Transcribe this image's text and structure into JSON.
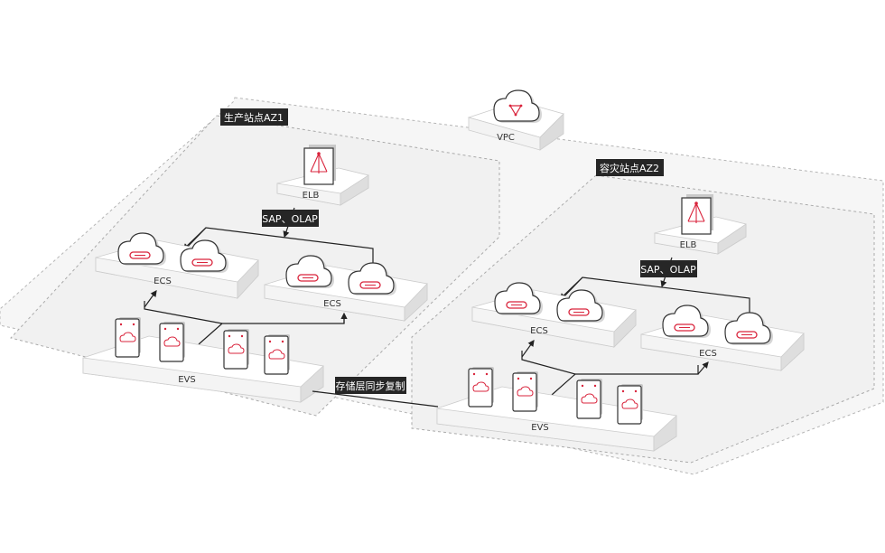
{
  "vpc": {
    "label": "VPC"
  },
  "az1": {
    "title": "生产站点AZ1",
    "elb": "ELB",
    "protocol": "SAP、OLAP",
    "ecs_left": "ECS",
    "ecs_right": "ECS",
    "evs": "EVS"
  },
  "az2": {
    "title": "容灾站点AZ2",
    "elb": "ELB",
    "protocol": "SAP、OLAP",
    "ecs_left": "ECS",
    "ecs_right": "ECS",
    "evs": "EVS"
  },
  "sync": {
    "label": "存储层同步复制"
  },
  "icons": {
    "vpc": "cloud-network-icon",
    "elb": "load-balancer-icon",
    "ecs": "cloud-server-icon",
    "evs": "disk-volume-icon"
  },
  "colors": {
    "accent": "#d9243c",
    "tag_bg": "#262626",
    "line": "#222222"
  }
}
